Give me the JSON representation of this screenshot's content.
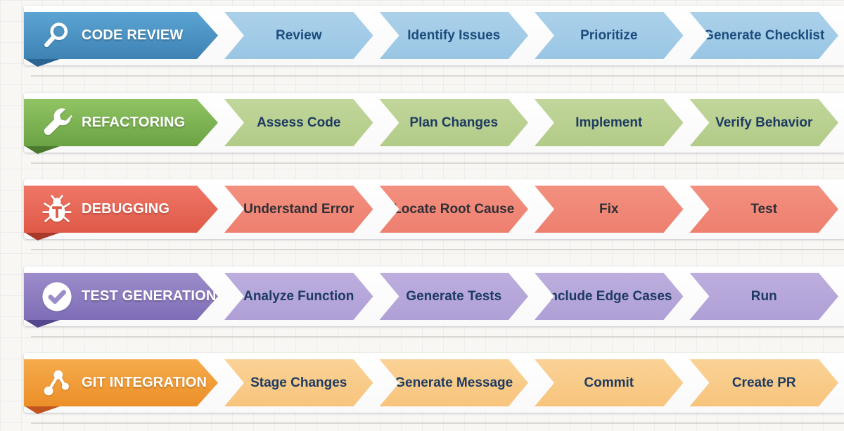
{
  "page_colors": {
    "background": "#f8f7f4",
    "card": "#fdfdfe",
    "separator": "#dbd8d4"
  },
  "rows": [
    {
      "id": "code-review",
      "label": "CODE REVIEW",
      "icon": "magnifier-search-icon",
      "colors": {
        "header_top": "#5ba4d3",
        "header_bottom": "#3d82b3",
        "fold": "#2b6493",
        "step_top": "#abd1ea",
        "step_bottom": "#99c6e4",
        "step_text": "#1c4c7c"
      },
      "steps": [
        "Review",
        "Identify Issues",
        "Prioritize",
        "Generate Checklist"
      ]
    },
    {
      "id": "refactoring",
      "label": "REFACTORING",
      "icon": "wrench-icon",
      "colors": {
        "header_top": "#90c363",
        "header_bottom": "#6ba344",
        "fold": "#4b7a2e",
        "step_top": "#c1d69b",
        "step_bottom": "#b2cb87",
        "step_text": "#1d3a62"
      },
      "steps": [
        "Assess Code",
        "Plan Changes",
        "Implement",
        "Verify Behavior"
      ]
    },
    {
      "id": "debugging",
      "label": "DEBUGGING",
      "icon": "bug-icon",
      "colors": {
        "header_top": "#ef7666",
        "header_bottom": "#e05948",
        "fold": "#a93a2b",
        "step_top": "#f3907f",
        "step_bottom": "#ee7f6f",
        "step_text": "#2f2f36"
      },
      "steps": [
        "Understand Error",
        "Locate Root Cause",
        "Fix",
        "Test"
      ]
    },
    {
      "id": "test-generation",
      "label": "TEST GENERATION",
      "icon": "check-circle-icon",
      "colors": {
        "header_top": "#9c8cca",
        "header_bottom": "#7e6db6",
        "fold": "#55478d",
        "step_top": "#bdaede",
        "step_bottom": "#af9fd6",
        "step_text": "#1d3a62"
      },
      "steps": [
        "Analyze Function",
        "Generate Tests",
        "Include Edge Cases",
        "Run"
      ]
    },
    {
      "id": "git-integration",
      "label": "GIT INTEGRATION",
      "icon": "git-branch-icon",
      "colors": {
        "header_top": "#f6ab4b",
        "header_bottom": "#eb8f28",
        "fold": "#c2551f",
        "step_top": "#fad296",
        "step_bottom": "#f7c47c",
        "step_text": "#1d3a62"
      },
      "steps": [
        "Stage Changes",
        "Generate Message",
        "Commit",
        "Create PR"
      ]
    }
  ]
}
